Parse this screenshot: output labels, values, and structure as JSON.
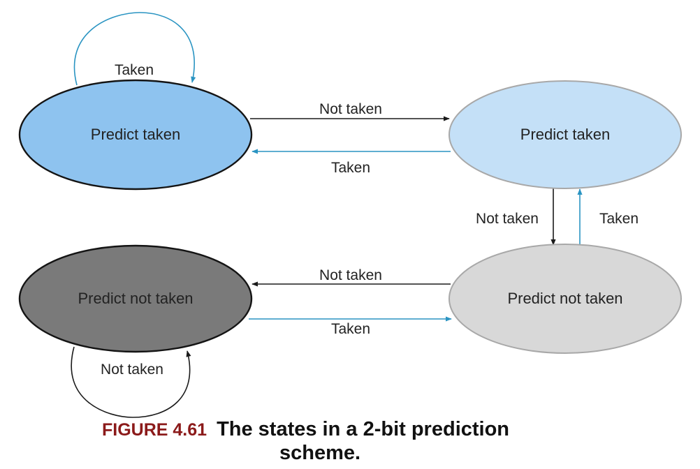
{
  "colors": {
    "strong_taken": "#8ec3ef",
    "weak_taken": "#c4e0f7",
    "weak_not_taken": "#d8d8d8",
    "strong_not_taken": "#7a7a7a",
    "taken_arrow": "#2a94c2",
    "not_taken_arrow": "#1a1a1a",
    "caption_number": "#8b1a1a"
  },
  "states": {
    "strong_taken": "Predict taken",
    "weak_taken": "Predict taken",
    "weak_not_taken": "Predict not taken",
    "strong_not_taken": "Predict not taken"
  },
  "transitions": {
    "taken_self_loop": "Taken",
    "not_taken_top": "Not taken",
    "taken_top": "Taken",
    "not_taken_right": "Not taken",
    "taken_right": "Taken",
    "not_taken_bottom": "Not taken",
    "taken_bottom": "Taken",
    "not_taken_self_loop": "Not taken"
  },
  "caption": {
    "figure_number": "FIGURE 4.61",
    "title_line1": "The states in a 2-bit prediction",
    "title_line2": "scheme."
  }
}
